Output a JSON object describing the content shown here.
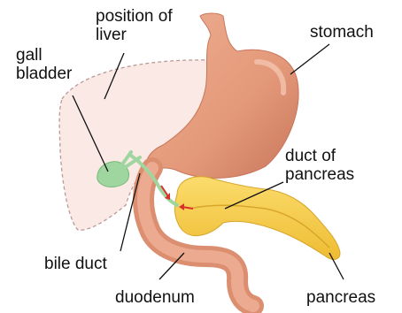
{
  "labels": {
    "position_of_liver": "position of\nliver",
    "stomach": "stomach",
    "gall_bladder": "gall\nbladder",
    "duct_of_pancreas": "duct of\npancreas",
    "bile_duct": "bile duct",
    "duodenum": "duodenum",
    "pancreas": "pancreas"
  },
  "colors": {
    "liver_fill": "#fbe9e6",
    "liver_outline": "#b89b95",
    "stomach": "#e49a7c",
    "stomach_shadow": "#c9765c",
    "pancreas": "#f7cd4a",
    "gall_bladder": "#9fd59f",
    "arrow": "#d8332a",
    "leader_line": "#111111"
  }
}
